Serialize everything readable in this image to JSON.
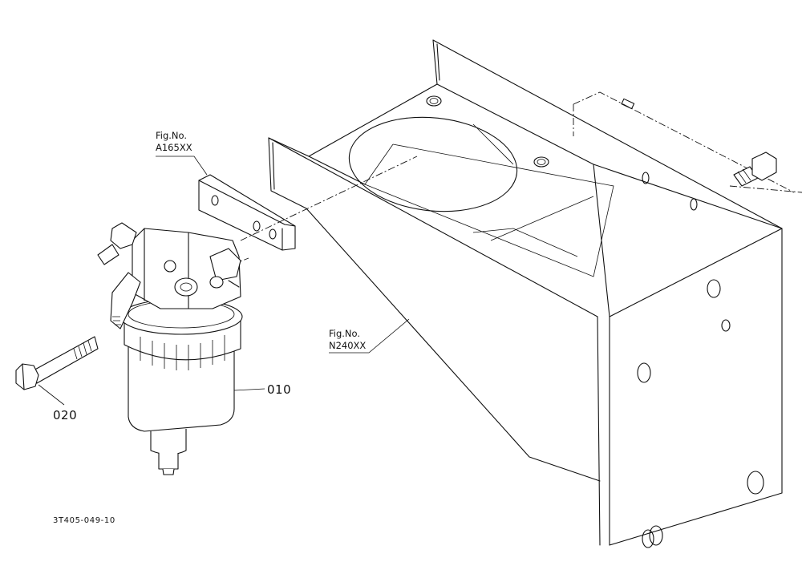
{
  "figure_refs": {
    "ref_a": {
      "line1": "Fig.No.",
      "line2": "A165XX"
    },
    "ref_b": {
      "line1": "Fig.No.",
      "line2": "N240XX"
    }
  },
  "callouts": {
    "filter": "010",
    "bolt": "020"
  },
  "drawing_code": "3T405-049-10"
}
